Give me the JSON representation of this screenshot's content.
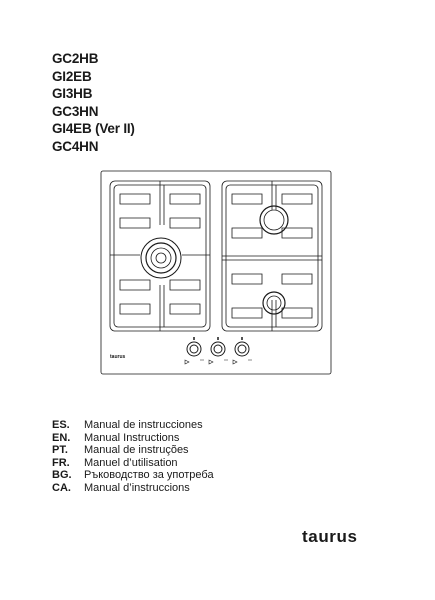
{
  "models": [
    "GC2HB",
    "GI2EB",
    "GI3HB",
    "GC3HN",
    "GI4EB (Ver II)",
    "GC4HN"
  ],
  "hob_brand": "taurus",
  "manuals": [
    {
      "code": "ES.",
      "label": "Manual de instrucciones"
    },
    {
      "code": "EN.",
      "label": "Manual Instructions"
    },
    {
      "code": "PT.",
      "label": "Manual de instruções"
    },
    {
      "code": "FR.",
      "label": "Manuel d’utilisation"
    },
    {
      "code": "BG.",
      "label": "Ръководство за употреба"
    },
    {
      "code": "CA.",
      "label": "Manual d’instruccions"
    }
  ],
  "brand_logo": "taurus",
  "icons": [
    "gas-hob-illustration",
    "burner-icon",
    "control-knob-icon"
  ]
}
